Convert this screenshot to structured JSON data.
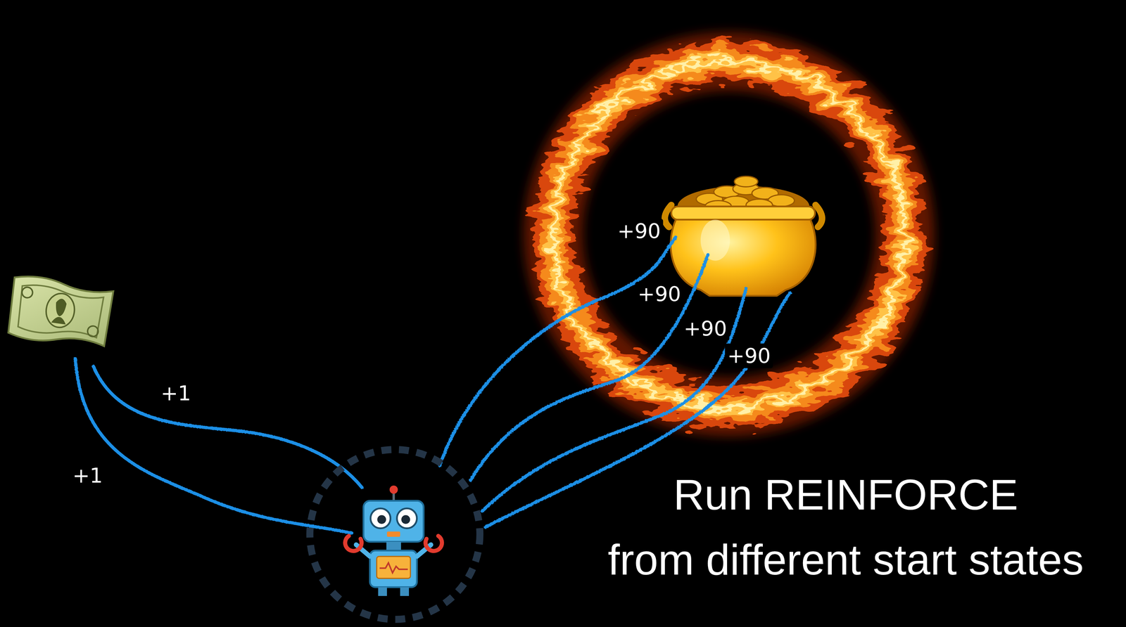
{
  "diagram": {
    "title": "Run REINFORCE",
    "caption": "from different start states",
    "labels": [
      "+90",
      "+90",
      "+90",
      "+90",
      "+1",
      "+1"
    ]
  }
}
